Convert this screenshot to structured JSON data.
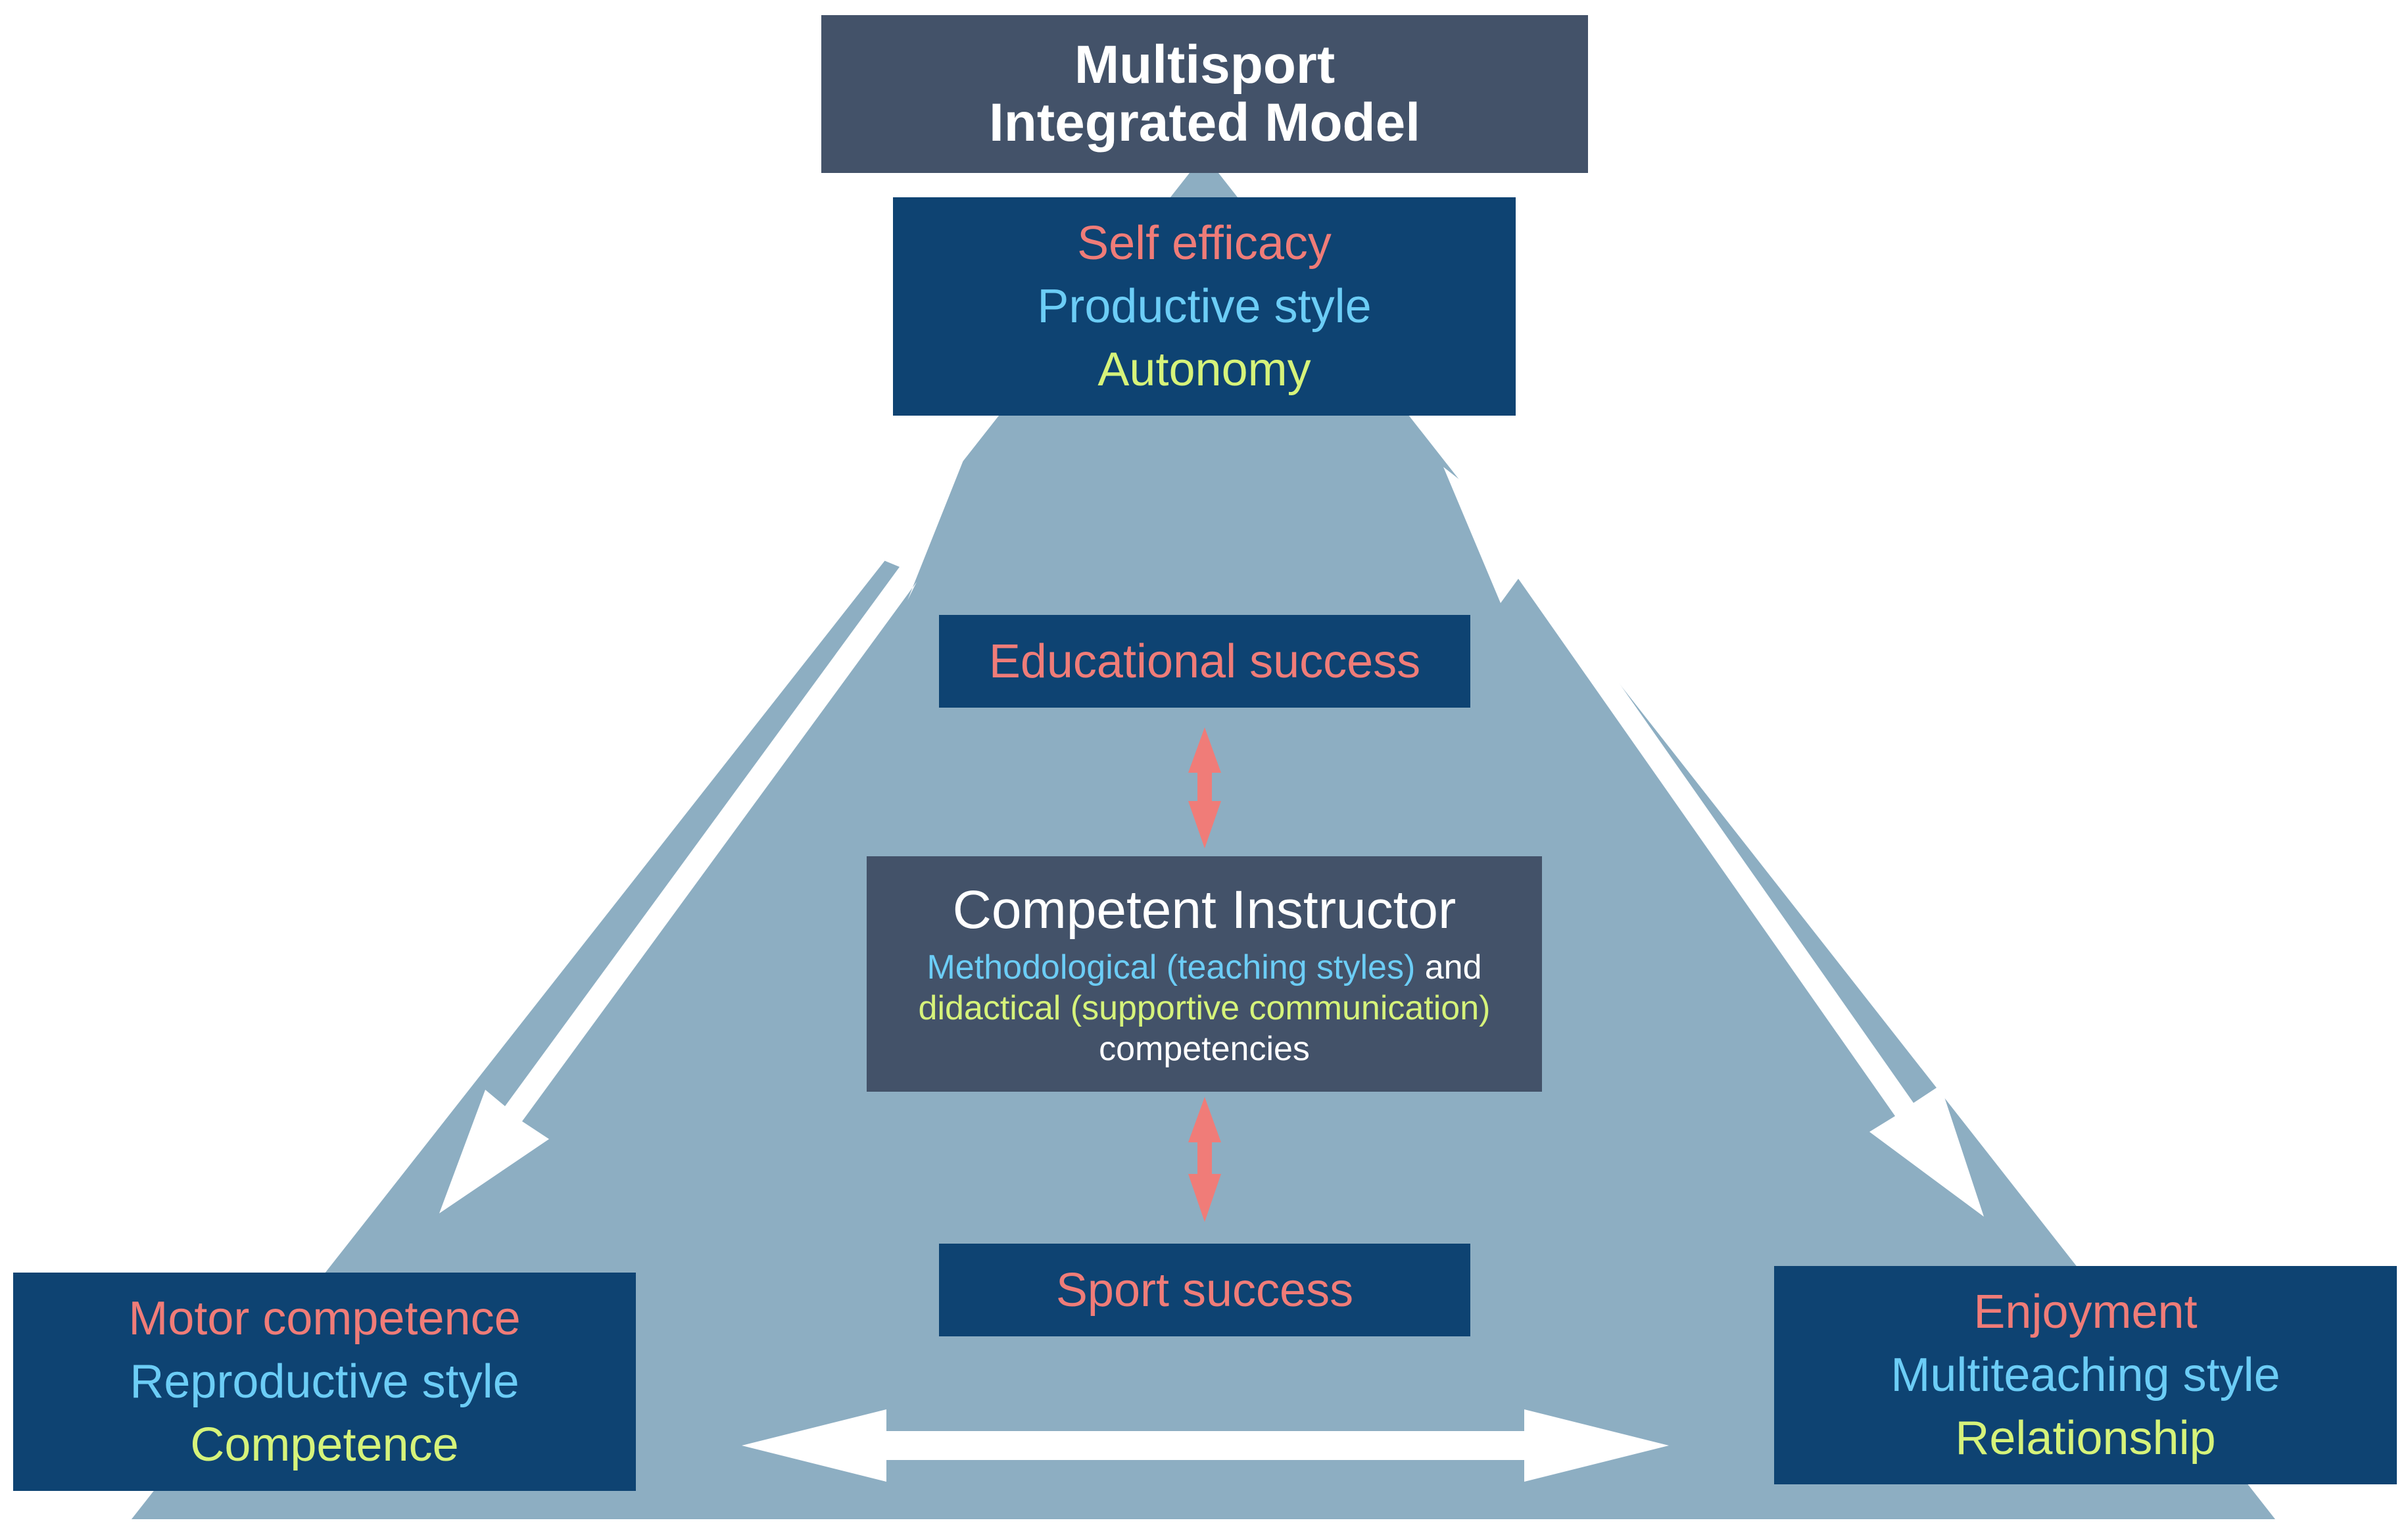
{
  "title": {
    "line1": "Multisport",
    "line2": "Integrated Model"
  },
  "top_node": {
    "outcome": "Self efficacy",
    "style": "Productive style",
    "need": "Autonomy"
  },
  "bottom_left_node": {
    "outcome": "Motor competence",
    "style": "Reproductive style",
    "need": "Competence"
  },
  "bottom_right_node": {
    "outcome": "Enjoyment",
    "style": "Multiteaching style",
    "need": "Relationship"
  },
  "center": {
    "upper_label": "Educational success",
    "lower_label": "Sport success",
    "instructor_title": "Competent Instructor",
    "methodological": "Methodological (teaching styles)",
    "and_word": " and",
    "didactical": "didactical (supportive communication)",
    "competencies": "competencies"
  },
  "colors": {
    "triangle": "#8daec2",
    "dark_box": "#0e4372",
    "slate_box": "#435269",
    "outcome_text": "#f07c78",
    "style_text": "#6ccdf6",
    "need_text": "#d6f37a",
    "center_arrow": "#f07c78",
    "side_arrow": "#ffffff"
  }
}
